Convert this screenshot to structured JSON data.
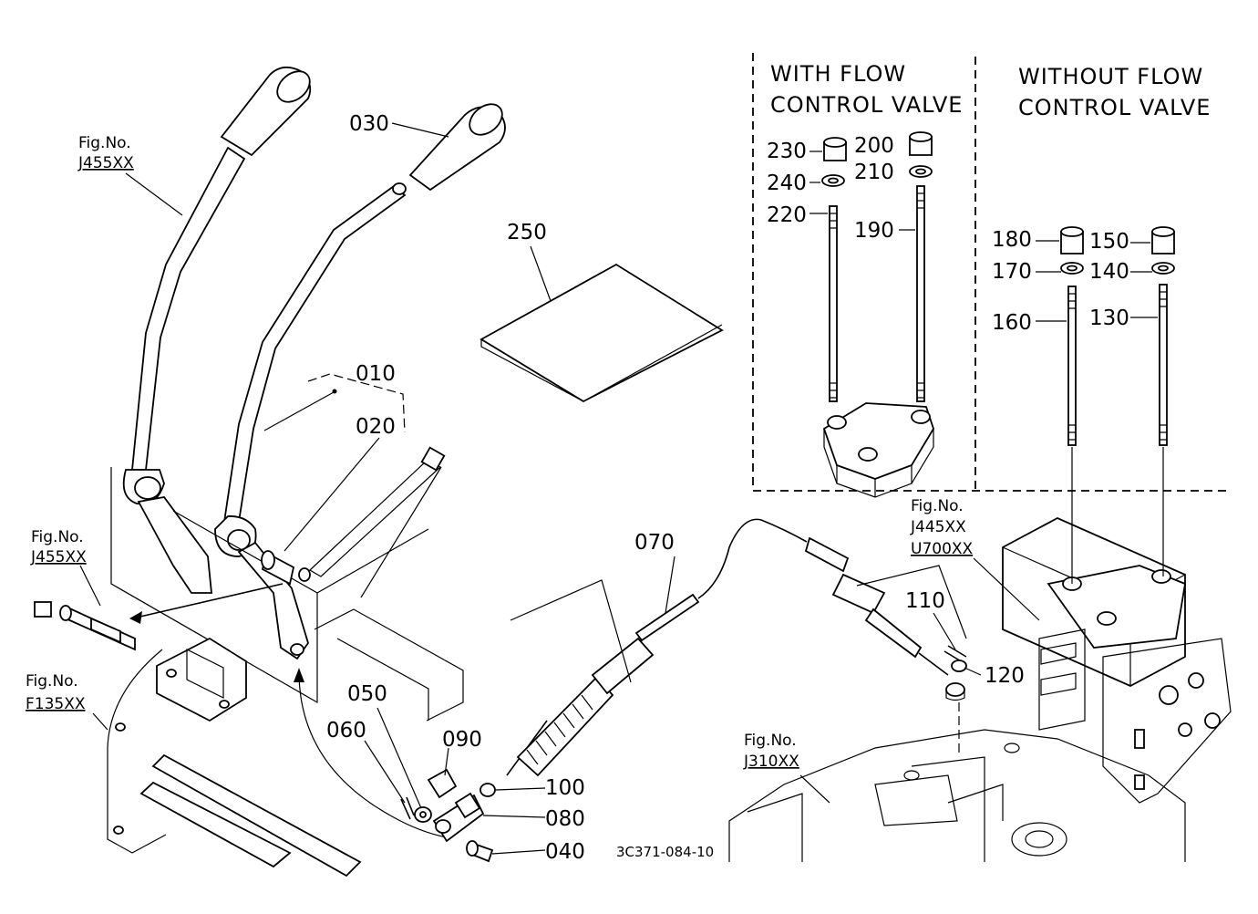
{
  "headings": {
    "with_flow_line1": "WITH FLOW",
    "with_flow_line2": "CONTROL VALVE",
    "without_flow_line1": "WITHOUT FLOW",
    "without_flow_line2": "CONTROL VALVE"
  },
  "fig_refs": {
    "fig_label": "Fig.No.",
    "top_left": "J455XX",
    "mid_left": "J455XX",
    "bottom_left": "F135XX",
    "right_valve_1": "J445XX",
    "right_valve_2": "U700XX",
    "bottom_right": "J310XX"
  },
  "part_numbers": {
    "p010": "010",
    "p020": "020",
    "p030": "030",
    "p040": "040",
    "p050": "050",
    "p060": "060",
    "p070": "070",
    "p080": "080",
    "p090": "090",
    "p100": "100",
    "p110": "110",
    "p120": "120",
    "p130": "130",
    "p140": "140",
    "p150": "150",
    "p160": "160",
    "p170": "170",
    "p180": "180",
    "p190": "190",
    "p200": "200",
    "p210": "210",
    "p220": "220",
    "p230": "230",
    "p240": "240",
    "p250": "250"
  },
  "drawing_code": "3C371-084-10"
}
